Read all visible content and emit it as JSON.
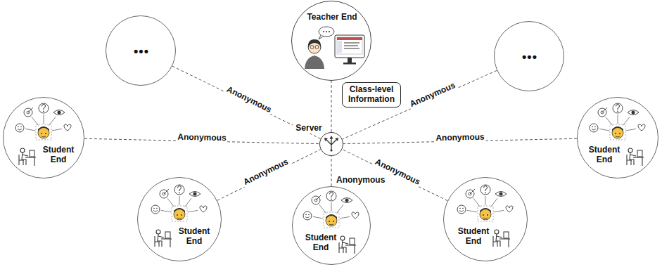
{
  "diagram": {
    "nodes": [
      {
        "text": [
          "Teacher End"
        ]
      },
      {
        "text": [
          "•••"
        ]
      },
      {
        "text": [
          "•••"
        ]
      },
      {
        "text": [
          "Server"
        ]
      },
      {
        "text": [
          "Class-level Information"
        ]
      },
      {
        "text": [
          "Student End"
        ]
      },
      {
        "text": [
          "Student End"
        ]
      },
      {
        "text": [
          "Student End"
        ]
      },
      {
        "text": [
          "Student End"
        ]
      },
      {
        "text": [
          "Student End"
        ]
      }
    ],
    "edges": [
      {
        "from": 1,
        "to": 3,
        "arrow": "none",
        "label": "Anonymous"
      },
      {
        "from": 3,
        "to": 0,
        "arrow": "none"
      },
      {
        "from": 2,
        "to": 3,
        "arrow": "none",
        "label": "Anonymous"
      },
      {
        "from": 5,
        "to": 3,
        "arrow": "none",
        "label": "Anonymous"
      },
      {
        "from": 6,
        "to": 3,
        "arrow": "none",
        "label": "Anonymous"
      },
      {
        "from": 7,
        "to": 3,
        "arrow": "none",
        "label": "Anonymous"
      },
      {
        "from": 8,
        "to": 3,
        "arrow": "none",
        "label": "Anonymous"
      },
      {
        "from": 9,
        "to": 3,
        "arrow": "none",
        "label": "Anonymous"
      }
    ]
  }
}
